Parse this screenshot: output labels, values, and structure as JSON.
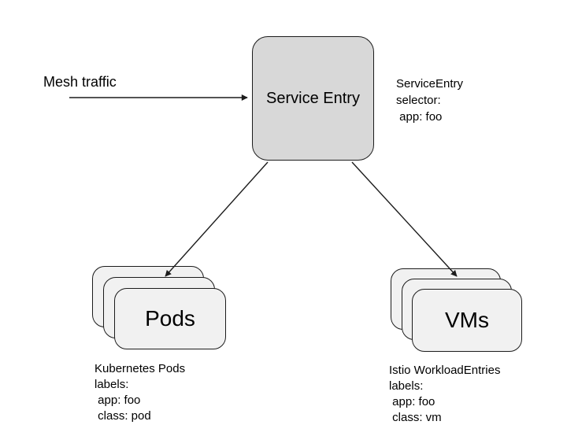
{
  "colors": {
    "background": "#ffffff",
    "service_entry_fill": "#d8d8d8",
    "card_fill": "#f1f1f1",
    "stroke": "#1c1c1c",
    "text": "#000000"
  },
  "mesh_traffic": {
    "label": "Mesh traffic"
  },
  "service_entry": {
    "label": "Service Entry",
    "annotation_lines": [
      "ServiceEntry",
      "selector:",
      " app: foo"
    ]
  },
  "pods": {
    "label": "Pods",
    "caption_lines": [
      "Kubernetes Pods",
      "labels:",
      " app: foo",
      " class: pod"
    ]
  },
  "vms": {
    "label": "VMs",
    "caption_lines": [
      "Istio WorkloadEntries",
      "labels:",
      " app: foo",
      " class: vm"
    ]
  }
}
